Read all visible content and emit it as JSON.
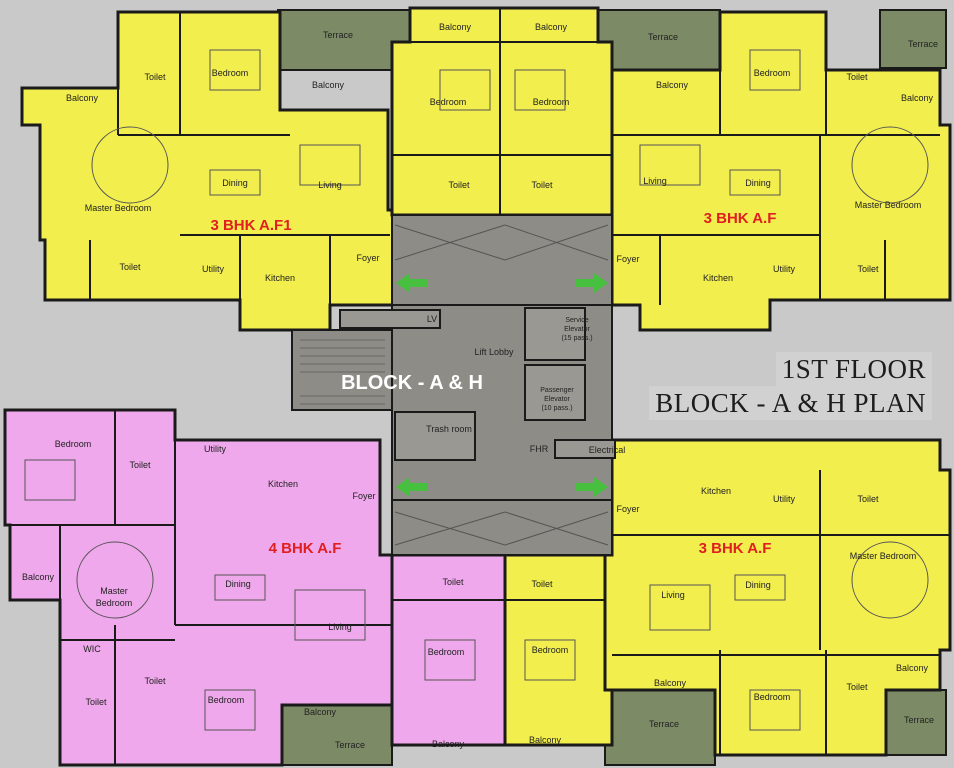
{
  "title": {
    "line1": "1ST FLOOR",
    "line2": "BLOCK - A & H  PLAN"
  },
  "block_label": "BLOCK - A & H",
  "units": {
    "top_left": "3 BHK A.F1",
    "top_right": "3 BHK A.F",
    "bottom_left": "4 BHK A.F",
    "bottom_right": "3 BHK A.F"
  },
  "core": {
    "lift_lobby": "Lift Lobby",
    "lv": "LV",
    "trash": "Trash room",
    "fhr": "FHR",
    "electrical": "Electrical",
    "service_elevator": [
      "Service",
      "Elevator",
      "(15 pass.)"
    ],
    "passenger_elevator": [
      "Passenger",
      "Elevator",
      "(10 pass.)"
    ]
  },
  "rooms": {
    "terrace": "Terrace",
    "balcony": "Balcony",
    "bedroom": "Bedroom",
    "master_bedroom": "Master Bedroom",
    "master": "Master",
    "toilet": "Toilet",
    "dining": "Dining",
    "living": "Living",
    "kitchen": "Kitchen",
    "utility": "Utility",
    "foyer": "Foyer",
    "wic": "WIC"
  },
  "colors": {
    "yellow_unit": "#f2ee4e",
    "pink_unit": "#f0a8ec",
    "terrace": "#7d8a66",
    "core": "#8e8c86",
    "wall": "#1a1a1a",
    "arrow": "#47c03f",
    "unit_label": "#e02020",
    "background": "#c9c9c9"
  }
}
